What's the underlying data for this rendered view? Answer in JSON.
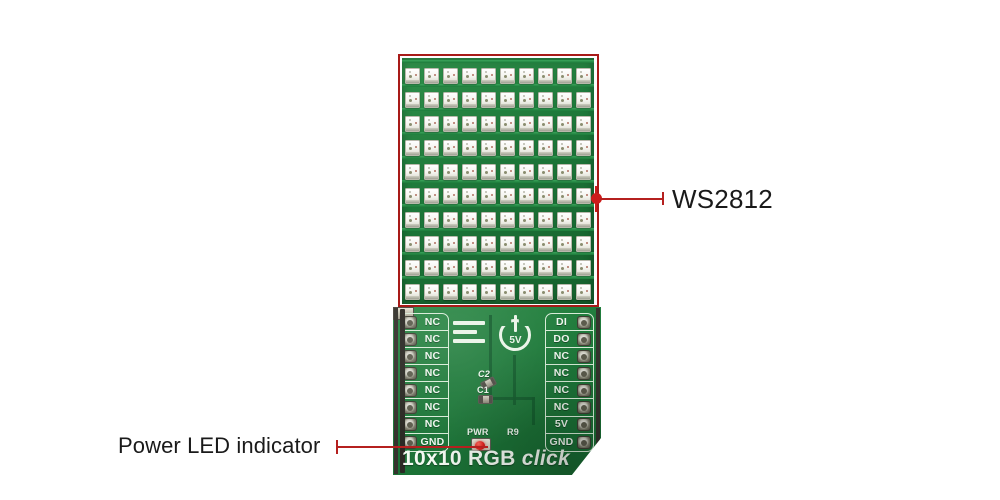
{
  "image": {
    "subject": "10x10 RGB click board",
    "background_color": "#ffffff"
  },
  "callouts": [
    {
      "id": "ws2812",
      "label": "WS2812",
      "target": "led-matrix",
      "line_color": "#b5201f",
      "text_color": "#1a1a1a"
    },
    {
      "id": "power_led",
      "label": "Power LED indicator",
      "target": "pwr-led",
      "line_color": "#b5201f",
      "text_color": "#1a1a1a"
    }
  ],
  "board": {
    "title_main": "10x10 RGB",
    "title_italic": "click",
    "pcb_color": "#1f7a3b",
    "silkscreen_color": "#eff7ee",
    "left_header": {
      "name": "mikroBUS left header",
      "pins": [
        "NC",
        "NC",
        "NC",
        "NC",
        "NC",
        "NC",
        "NC",
        "GND"
      ]
    },
    "right_header": {
      "name": "mikroBUS right header",
      "pins": [
        "DI",
        "DO",
        "NC",
        "NC",
        "NC",
        "NC",
        "5V",
        "GND"
      ]
    },
    "silkscreen": {
      "logo": "mikroe-logo",
      "power_symbol_label": "5V",
      "components": [
        {
          "ref": "C2",
          "type": "capacitor"
        },
        {
          "ref": "C1",
          "type": "capacitor"
        },
        {
          "ref": "PWR",
          "type": "led",
          "color": "#e2201c"
        },
        {
          "ref": "R9",
          "type": "resistor"
        }
      ]
    }
  },
  "led_matrix": {
    "name": "WS2812 RGB LED matrix",
    "rows": 10,
    "columns": 10,
    "total_leds": 100,
    "highlight_border_color": "#a81a18",
    "led_package_color": "#ffffff",
    "pcb_color": "#1d7739"
  }
}
